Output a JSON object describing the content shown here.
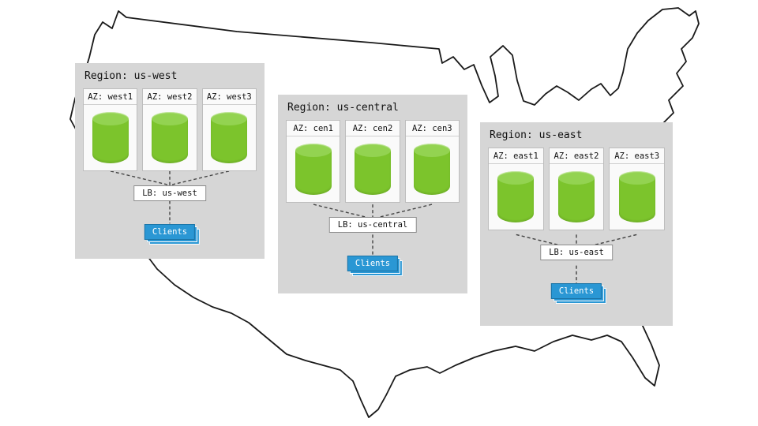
{
  "regions": [
    {
      "title": "Region: us-west",
      "azs": [
        "AZ: west1",
        "AZ: west2",
        "AZ: west3"
      ],
      "lb": "LB: us-west",
      "clients": "Clients"
    },
    {
      "title": "Region: us-central",
      "azs": [
        "AZ: cen1",
        "AZ: cen2",
        "AZ: cen3"
      ],
      "lb": "LB: us-central",
      "clients": "Clients"
    },
    {
      "title": "Region: us-east",
      "azs": [
        "AZ: east1",
        "AZ: east2",
        "AZ: east3"
      ],
      "lb": "LB: us-east",
      "clients": "Clients"
    }
  ],
  "colors": {
    "region_bg": "#d6d6d6",
    "az_bg": "#fafafa",
    "az_border": "#bdbdbd",
    "cylinder_body": "#7cc42c",
    "cylinder_top": "#93d351",
    "lb_bg": "#ffffff",
    "lb_border": "#8a8a8a",
    "clients_bg": "#2a97d4",
    "clients_border": "#1b74a6",
    "clients_text": "#ffffff",
    "connector": "#444444",
    "map_outline": "#1a1a1a"
  }
}
